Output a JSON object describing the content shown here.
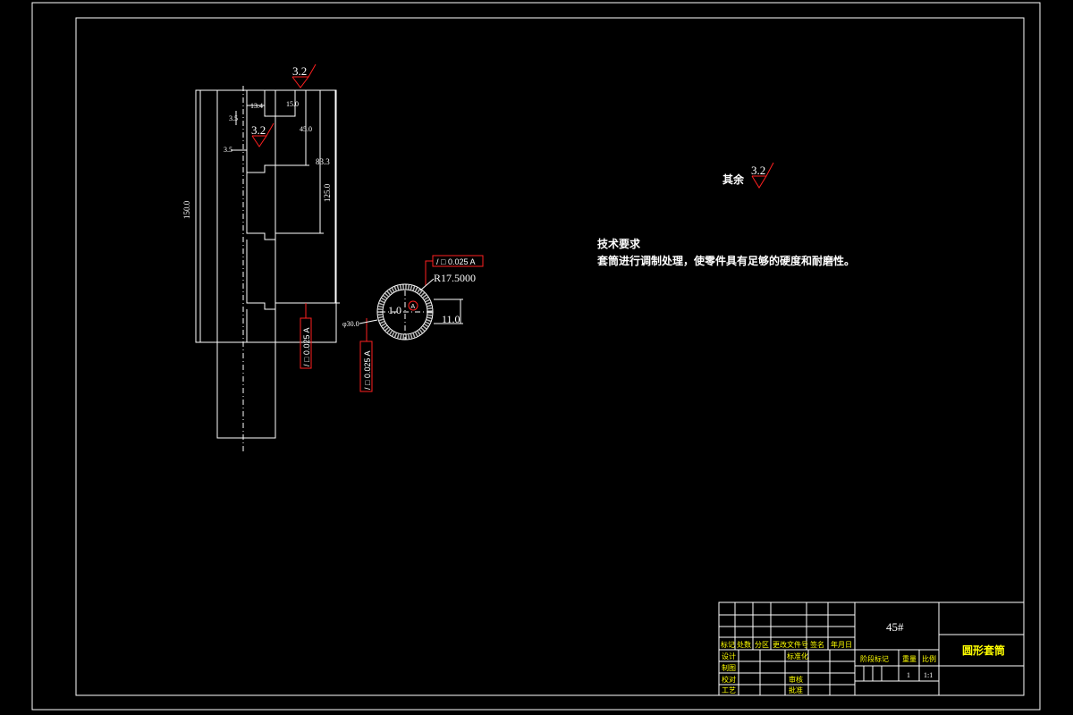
{
  "part_drawing": {
    "surface_roughness_top": "3.2",
    "surface_roughness_inner": "3.2",
    "dims": {
      "d13_4": "13.4",
      "d15_0": "15.0",
      "d3_5a": "3.5",
      "d3_5b": "3.5",
      "d45_0": "45.0",
      "d83_3": "83.3",
      "d125_0": "125.0",
      "d150_0": "150.0"
    },
    "tolerance_frame_1": "/ □ 0.025 A",
    "tolerance_frame_2": "/ □ 0.025 A"
  },
  "section_view": {
    "tolerance_frame": "/ □ 0.025 A",
    "radius_label": "R17.5000",
    "dim_1_0": "1.0",
    "dim_11_0": "11.0",
    "diameter_label": "φ30.0",
    "datum_label": "A"
  },
  "other_roughness": {
    "label": "其余",
    "value": "3.2"
  },
  "technical_requirements": {
    "title": "技术要求",
    "line1": "套筒进行调制处理，使零件具有足够的硬度和耐磨性。"
  },
  "title_block": {
    "material": "45#",
    "part_name": "圆形套筒",
    "header_cells": [
      "标记",
      "处数",
      "分区",
      "更改文件号",
      "签名",
      "年月日"
    ],
    "row_labels": [
      "设计",
      "制图",
      "校对",
      "工艺"
    ],
    "row_right_labels": [
      "标准化",
      "审核",
      "批准"
    ],
    "stage_label": "阶段标记",
    "weight_label": "重量",
    "scale_label": "比例",
    "quantity": "1",
    "scale": "1:1"
  }
}
